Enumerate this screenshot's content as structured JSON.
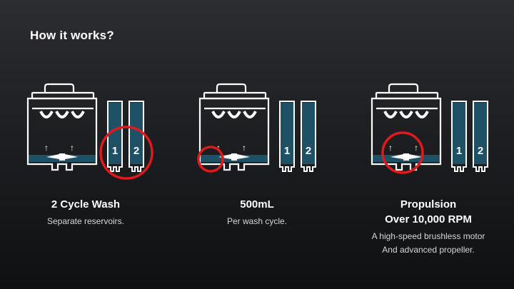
{
  "title": "How it works?",
  "colors": {
    "water": "#1f5166",
    "outline": "#ffffff",
    "highlight": "#e0191c"
  },
  "features": [
    {
      "headline": "2 Cycle Wash",
      "description": "Separate reservoirs."
    },
    {
      "headline": "500mL",
      "description": "Per wash cycle."
    },
    {
      "headline": "Propulsion\nOver 10,000 RPM",
      "description": "A high-speed brushless motor\nAnd advanced propeller."
    }
  ],
  "reservoir_labels": [
    "1",
    "2"
  ],
  "arrow_glyph": "↑"
}
